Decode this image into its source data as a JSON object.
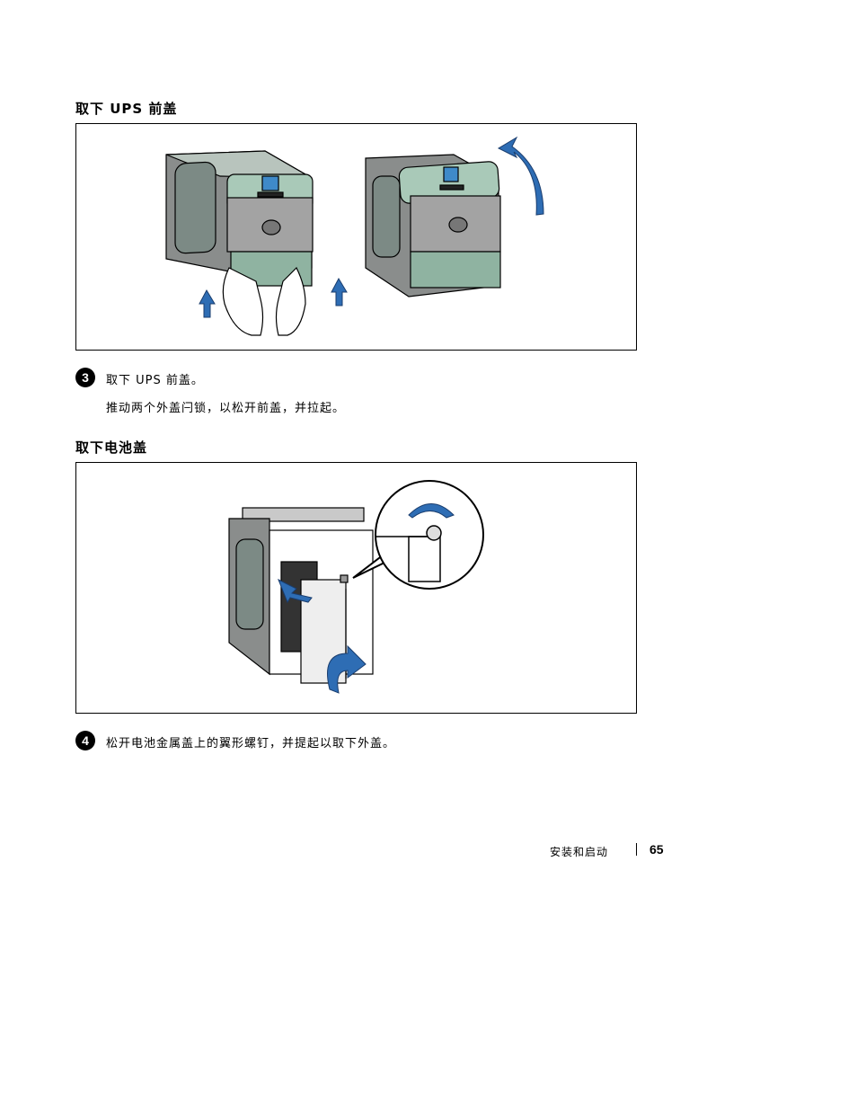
{
  "section1": {
    "heading": "取下 UPS 前盖",
    "step_number": "3",
    "step_title": "取下 UPS 前盖。",
    "step_detail": "推动两个外盖闩锁，以松开前盖，并拉起。"
  },
  "section2": {
    "heading": "取下电池盖",
    "step_number": "4",
    "step_text": "松开电池金属盖上的翼形螺钉，并提起以取下外盖。"
  },
  "footer": {
    "chapter": "安装和启动",
    "page_number": "65"
  },
  "colors": {
    "arrow_blue": "#2e6db4",
    "panel_green": "#a9c9b8",
    "body_gray": "#8a8d8c",
    "front_gray": "#a3a3a3"
  }
}
